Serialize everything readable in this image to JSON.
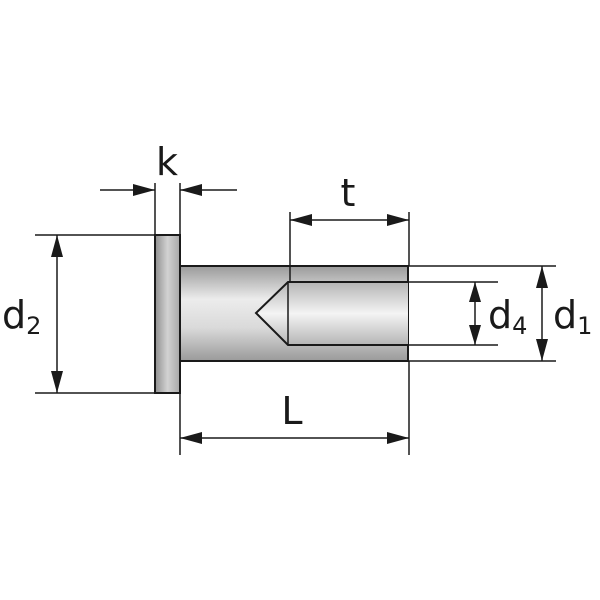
{
  "labels": {
    "k": "k",
    "t": "t",
    "L": "L",
    "d2": {
      "main": "d",
      "sub": "2"
    },
    "d4": {
      "main": "d",
      "sub": "4"
    },
    "d1": {
      "main": "d",
      "sub": "1"
    }
  },
  "colors": {
    "line": "#1a1a1a",
    "metal_light": "#ececec",
    "metal_mid": "#c9c9c9",
    "metal_dark": "#9a9a9a",
    "head_light": "#d2d2d2",
    "head_dark": "#8e8e8e"
  }
}
